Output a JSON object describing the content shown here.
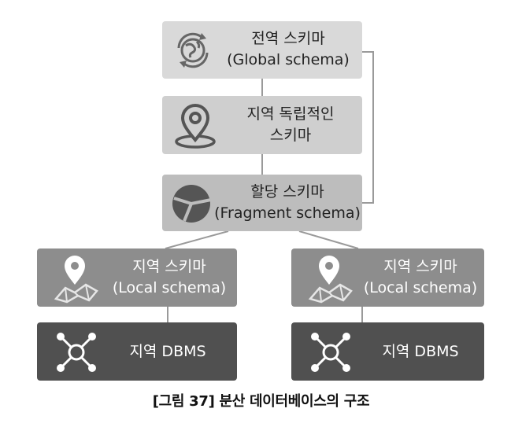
{
  "diagram": {
    "global_schema": {
      "line1": "전역 스키마",
      "line2": "(Global schema)",
      "icon": "globe-refresh-icon"
    },
    "local_independent_schema": {
      "line1": "지역 독립적인",
      "line2": "스키마",
      "icon": "location-pin-icon"
    },
    "fragment_schema": {
      "line1": "할당 스키마",
      "line2": "(Fragment schema)",
      "icon": "pie-segment-icon"
    },
    "local_schemas": [
      {
        "line1": "지역 스키마",
        "line2": "(Local schema)",
        "icon": "map-pin-icon"
      },
      {
        "line1": "지역 스키마",
        "line2": "(Local schema)",
        "icon": "map-pin-icon"
      }
    ],
    "local_dbms": [
      {
        "label": "지역 DBMS",
        "icon": "network-hub-icon"
      },
      {
        "label": "지역 DBMS",
        "icon": "network-hub-icon"
      }
    ],
    "caption": "[그림 37] 분산 데이터베이스의 구조"
  },
  "colors": {
    "global": "#d9d9d9",
    "independent": "#cfcfcf",
    "fragment": "#bdbdbd",
    "local": "#8d8d8d",
    "dbms": "#505050",
    "connector": "#9a9a9a"
  }
}
